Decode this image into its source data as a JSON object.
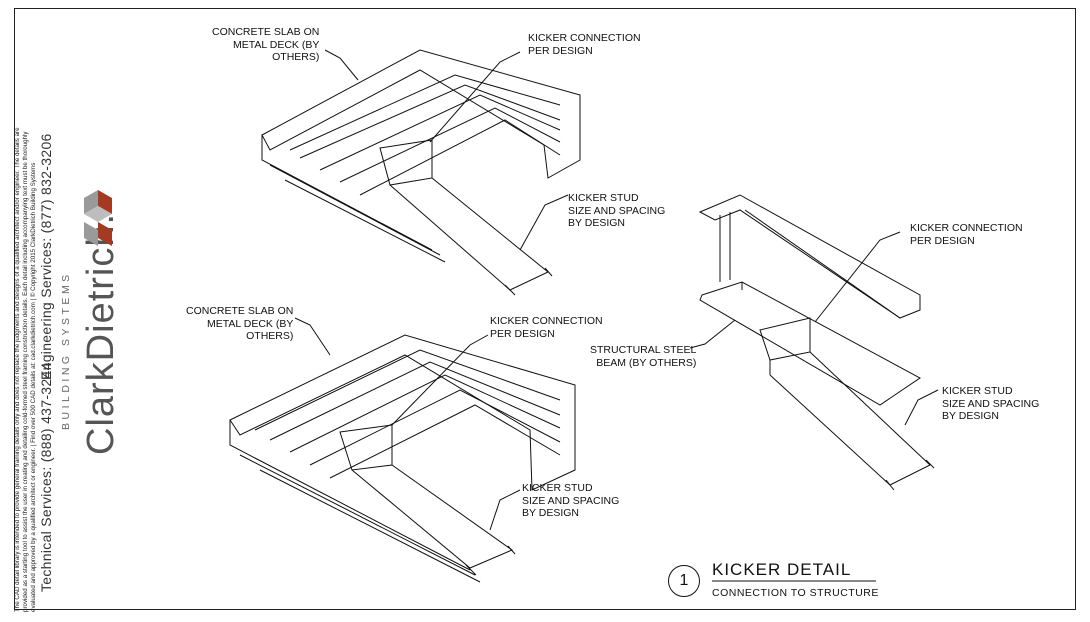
{
  "sidebar": {
    "disclaimer_line1": "The CAD detail library is intended to provide general framing details only and does not replace the judgments and designs of a qualified architect and/or engineer. The details are",
    "disclaimer_line2": "provided as a starting tool to assist the user in creating and detailing cold-formed steel framing construction details. Each detail including accompanying text must be thoroughly",
    "disclaimer_line3": "evaluated and approved by a qualified architect or engineer.   |   Find over 500 CAD details at: cad.clarkdietrich.com   |   © Copyright 2015 ClarkDietrich Building Systems",
    "engineering_services": "Engineering Services: (877) 832-3206",
    "technical_services": "Technical Services: (888) 437-3244",
    "brand_name": "ClarkDietrich.",
    "brand_sub": "BUILDING SYSTEMS",
    "logo_colors": {
      "grey": "#9a9a9a",
      "red": "#a33a22"
    }
  },
  "labels": {
    "slab1": "CONCRETE SLAB ON\nMETAL DECK (BY\nOTHERS)",
    "kicker_conn1": "KICKER CONNECTION\nPER DESIGN",
    "kicker_stud1": "KICKER STUD\nSIZE AND SPACING\nBY DESIGN",
    "slab2": "CONCRETE SLAB ON\nMETAL DECK (BY\nOTHERS)",
    "kicker_conn2": "KICKER CONNECTION\nPER DESIGN",
    "kicker_stud2": "KICKER STUD\nSIZE AND SPACING\nBY DESIGN",
    "kicker_conn3": "KICKER CONNECTION\nPER DESIGN",
    "steel_beam": "STRUCTURAL STEEL\nBEAM (BY OTHERS)",
    "kicker_stud3": "KICKER STUD\nSIZE AND SPACING\nBY DESIGN"
  },
  "title_block": {
    "number": "1",
    "title": "KICKER DETAIL",
    "subtitle": "CONNECTION TO STRUCTURE"
  }
}
